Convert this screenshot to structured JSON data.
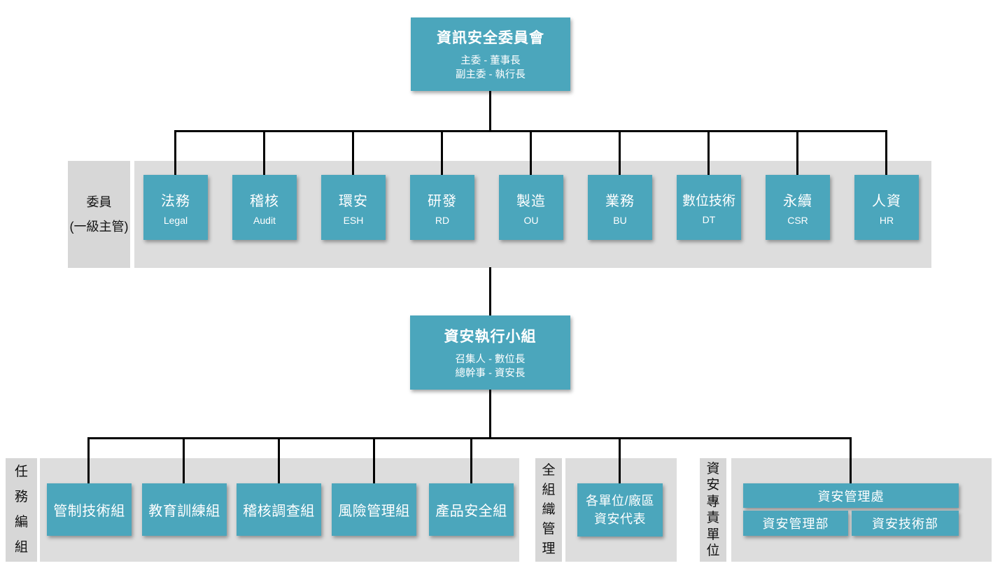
{
  "colors": {
    "box_teal": "#4ba6bc",
    "band_gray": "#dddddd",
    "label_gray": "#d7d7d7",
    "connector_black": "#000000",
    "text_on_teal": "#ffffff"
  },
  "top": {
    "title": "資訊安全委員會",
    "sub1": "主委 - 董事長",
    "sub2": "副主委 - 執行長"
  },
  "committee_label": {
    "line1": "委員",
    "line2": "(一級主管)"
  },
  "members": [
    {
      "zh": "法務",
      "en": "Legal"
    },
    {
      "zh": "稽核",
      "en": "Audit"
    },
    {
      "zh": "環安",
      "en": "ESH"
    },
    {
      "zh": "研發",
      "en": "RD"
    },
    {
      "zh": "製造",
      "en": "OU"
    },
    {
      "zh": "業務",
      "en": "BU"
    },
    {
      "zh": "數位技術",
      "en": "DT"
    },
    {
      "zh": "永續",
      "en": "CSR"
    },
    {
      "zh": "人資",
      "en": "HR"
    }
  ],
  "exec": {
    "title": "資安執行小組",
    "sub1": "召集人 - 數位長",
    "sub2": "總幹事 - 資安長"
  },
  "sections": {
    "task": {
      "label": "任務編組",
      "groups": [
        "管制技術組",
        "教育訓練組",
        "稽核調查組",
        "風險管理組",
        "產品安全組"
      ]
    },
    "org_wide": {
      "label": "全組織管理",
      "rep_line1": "各單位/廠區",
      "rep_line2": "資安代表"
    },
    "dedicated": {
      "label": "資安專責單位",
      "division": "資安管理處",
      "departments": [
        "資安管理部",
        "資安技術部"
      ]
    }
  }
}
